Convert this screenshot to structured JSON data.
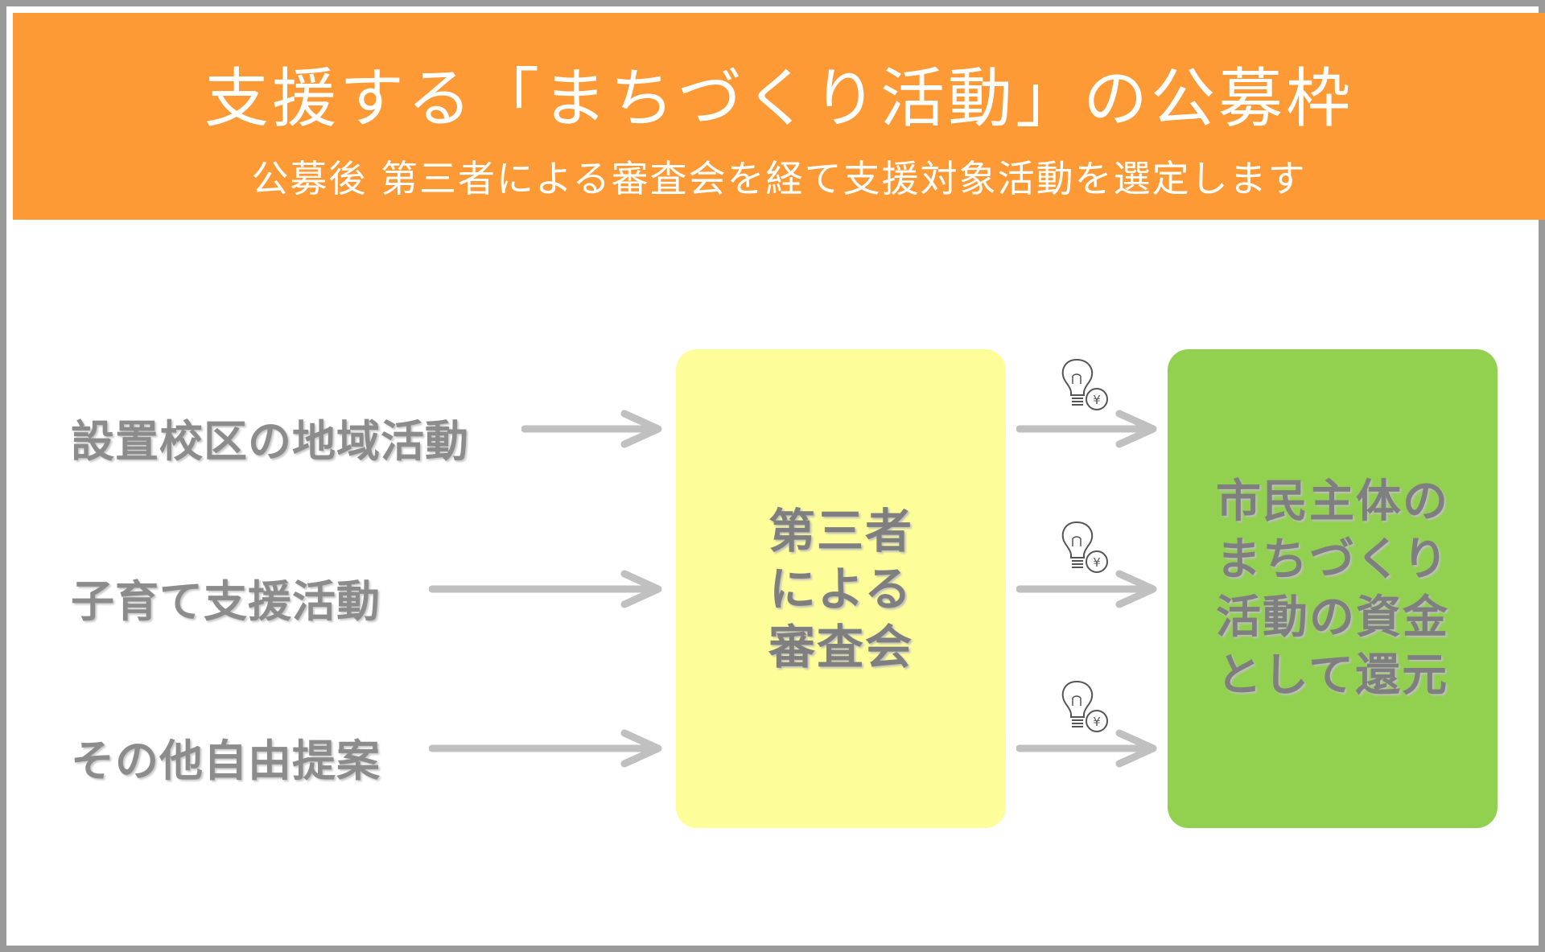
{
  "header": {
    "title": "支援する「まちづくり活動」の公募枠",
    "subtitle": "公募後 第三者による審査会を経て支援対象活動を選定します"
  },
  "sources": [
    {
      "label": "設置校区の地域活動"
    },
    {
      "label": "子育て支援活動"
    },
    {
      "label": "その他自由提案"
    }
  ],
  "review_box": {
    "label": "第三者\nによる\n審査会"
  },
  "result_box": {
    "label": "市民主体の\nまちづくり\n活動の資金\nとして還元"
  },
  "icons": [
    "arrow-right-icon",
    "lightbulb-yen-icon"
  ],
  "colors": {
    "header": "#fd9a35",
    "review_box": "#fdfd99",
    "result_box": "#92d050",
    "text_gray": "#8c8c8c",
    "arrow": "#c0c0c0"
  }
}
